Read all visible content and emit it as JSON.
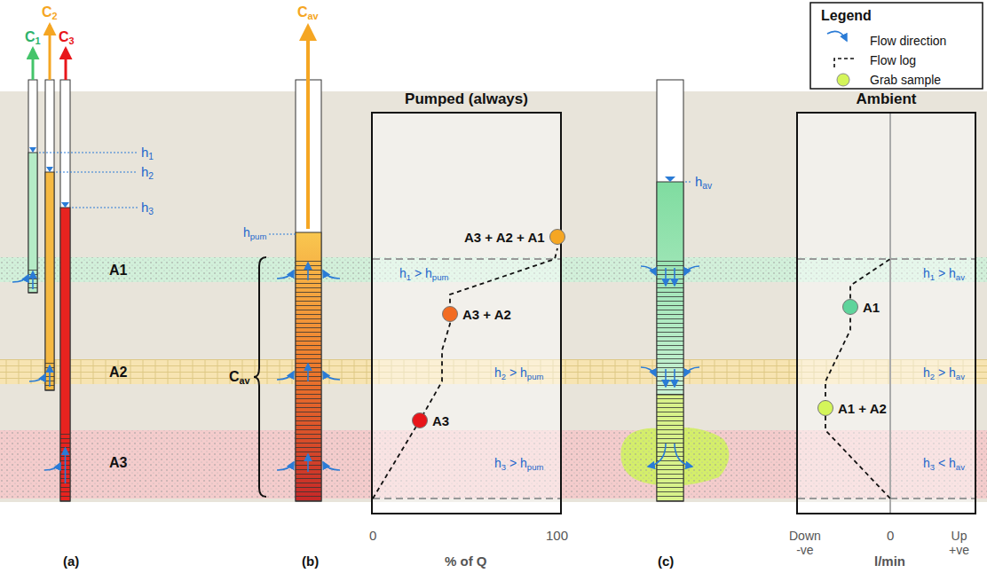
{
  "diagram": {
    "nodes": [
      {
        "text": [
          "Pumped (always)"
        ]
      },
      {
        "text": [
          "A3 + A2 + A1"
        ],
        "in": 0
      },
      {
        "text": [
          "A3 + A2"
        ],
        "in": 0
      },
      {
        "text": [
          "A3"
        ],
        "in": 0
      },
      {
        "text": [
          "Ambient"
        ]
      },
      {
        "text": [
          "A1"
        ],
        "in": 4
      },
      {
        "text": [
          "A1 + A2"
        ],
        "in": 4
      }
    ],
    "labels": [
      "C1",
      "C2",
      "C3",
      "h1",
      "h2",
      "h3",
      "A1",
      "A2",
      "A3",
      "Cav",
      "hpum",
      "Cav",
      "h1 > hpum",
      "h2 > hpum",
      "h3 > hpum",
      "hav",
      "h1 > hav",
      "h2 > hav",
      "h3 < hav",
      "0",
      "100",
      "% of Q",
      "Down -ve",
      "0",
      "Up +ve",
      "l/min",
      "(a)",
      "(b)",
      "(c)",
      "Legend"
    ],
    "legend": [
      {
        "text": "Flow direction"
      },
      {
        "text": "Flow log"
      },
      {
        "text": "Grab sample"
      }
    ]
  }
}
